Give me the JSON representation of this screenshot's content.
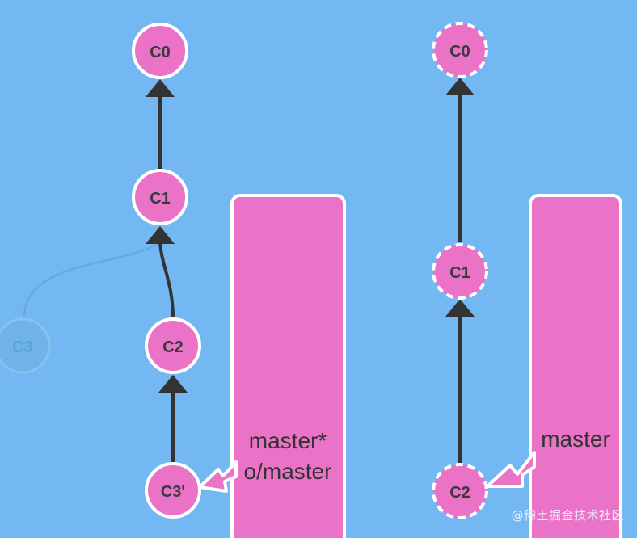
{
  "left_tree": {
    "commits": {
      "c0": "C0",
      "c1": "C1",
      "c2": "C2",
      "c3_prime": "C3'",
      "c3_orphan": "C3"
    },
    "branch": {
      "line1": "master*",
      "line2": "o/master"
    }
  },
  "right_tree": {
    "commits": {
      "c0": "C0",
      "c1": "C1",
      "c2": "C2"
    },
    "branch": {
      "line1": "master"
    }
  },
  "watermark": "@稀土掘金技术社区",
  "colors": {
    "background": "#73b8f2",
    "commit_fill": "#ea73c8",
    "commit_stroke": "#ffffff",
    "edge": "#333333",
    "orphan": "#6fb3e6"
  }
}
